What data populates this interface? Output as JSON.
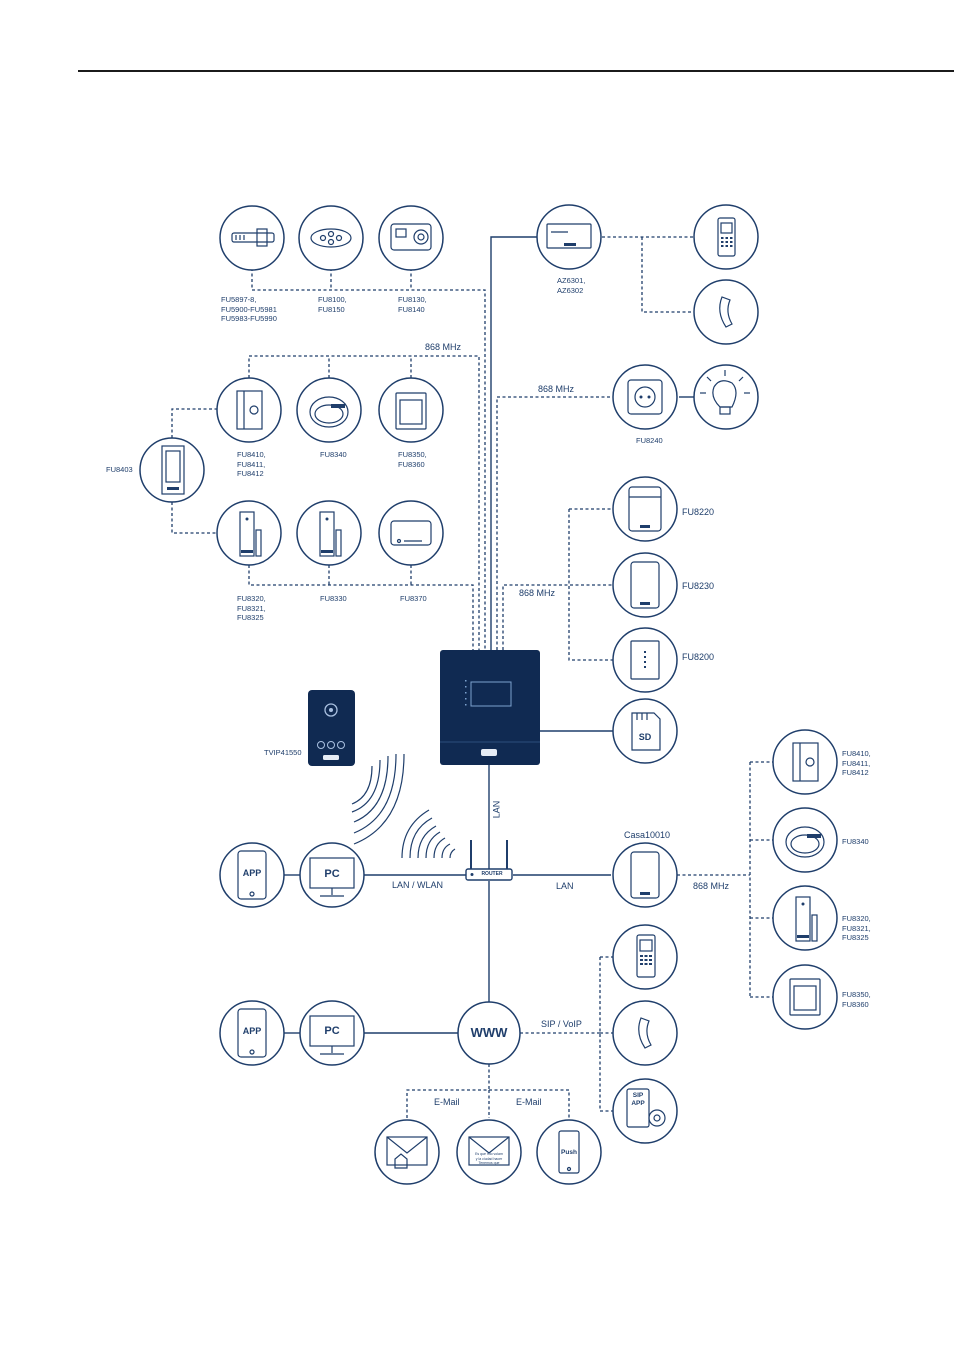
{
  "labels": {
    "fu5897": [
      "FU5897-8,",
      "FU5900-FU5981",
      "FU5983-FU5990"
    ],
    "fu8100": [
      "FU8100,",
      "FU8150"
    ],
    "fu8130": [
      "FU8130,",
      "FU8140"
    ],
    "az6301": [
      "AZ6301,",
      "AZ6302"
    ],
    "freq_top": "868 MHz",
    "freq_mid": "868 MHz",
    "freq_right": "868 MHz",
    "freq_casa": "868 MHz",
    "fu8410_left": [
      "FU8410,",
      "FU8411,",
      "FU8412"
    ],
    "fu8340_left": "FU8340",
    "fu8350_left": [
      "FU8350,",
      "FU8360"
    ],
    "fu8403": "FU8403",
    "fu8320_left": [
      "FU8320,",
      "FU8321,",
      "FU8325"
    ],
    "fu8330": "FU8330",
    "fu8370": "FU8370",
    "fu8240": "FU8240",
    "fu8220": "FU8220",
    "fu8230": "FU8230",
    "fu8200": "FU8200",
    "tvip": "TVIP41550",
    "lan_vert": "LAN",
    "lan_wlan": "LAN / WLAN",
    "lan_right": "LAN",
    "casa": "Casa10010",
    "router": "ROUTER",
    "www": "WWW",
    "sip": "SIP / VoIP",
    "email1": "E-Mail",
    "email2": "E-Mail",
    "app1": "APP",
    "pc1": "PC",
    "app2": "APP",
    "pc2": "PC",
    "sd": "SD",
    "sip_app": [
      "SIP",
      "APP"
    ],
    "push": "Push",
    "fu8410_right": [
      "FU8410,",
      "FU8411,",
      "FU8412"
    ],
    "fu8340_right": "FU8340",
    "fu8320_right": [
      "FU8320,",
      "FU8321,",
      "FU8325"
    ],
    "fu8350_right": [
      "FU8350,",
      "FU8360"
    ],
    "mail_note": [
      "Es que mio volam",
      "y la ciudad hacer",
      "Tenemos que"
    ]
  },
  "colors": {
    "primary": "#1f3e6b",
    "device": "#102a52"
  }
}
